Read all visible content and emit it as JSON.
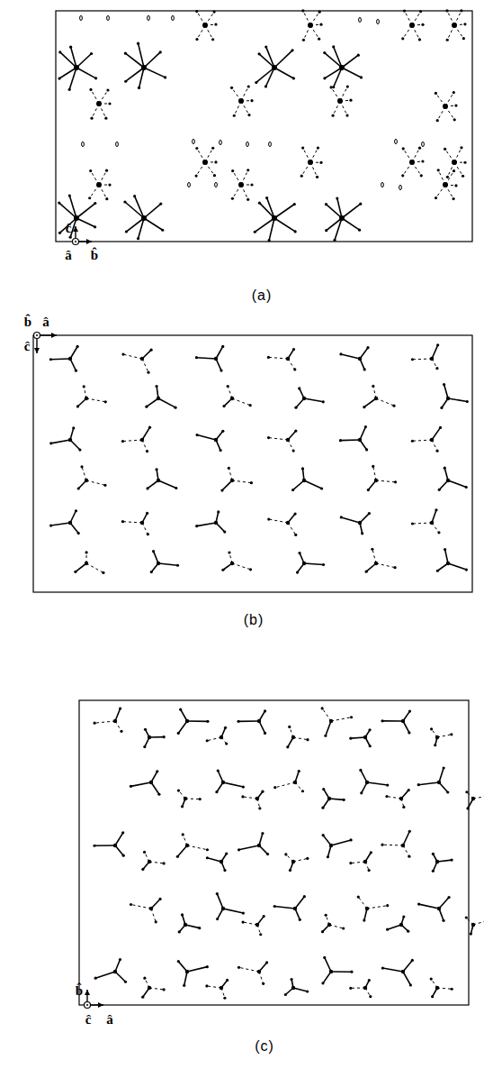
{
  "diagram": {
    "labels": [
      "ĉ",
      "â",
      "b̂",
      "(a)",
      "b̂",
      "â",
      "ĉ",
      "(b)",
      "b̂",
      "ĉ",
      "â",
      "(c)"
    ]
  }
}
